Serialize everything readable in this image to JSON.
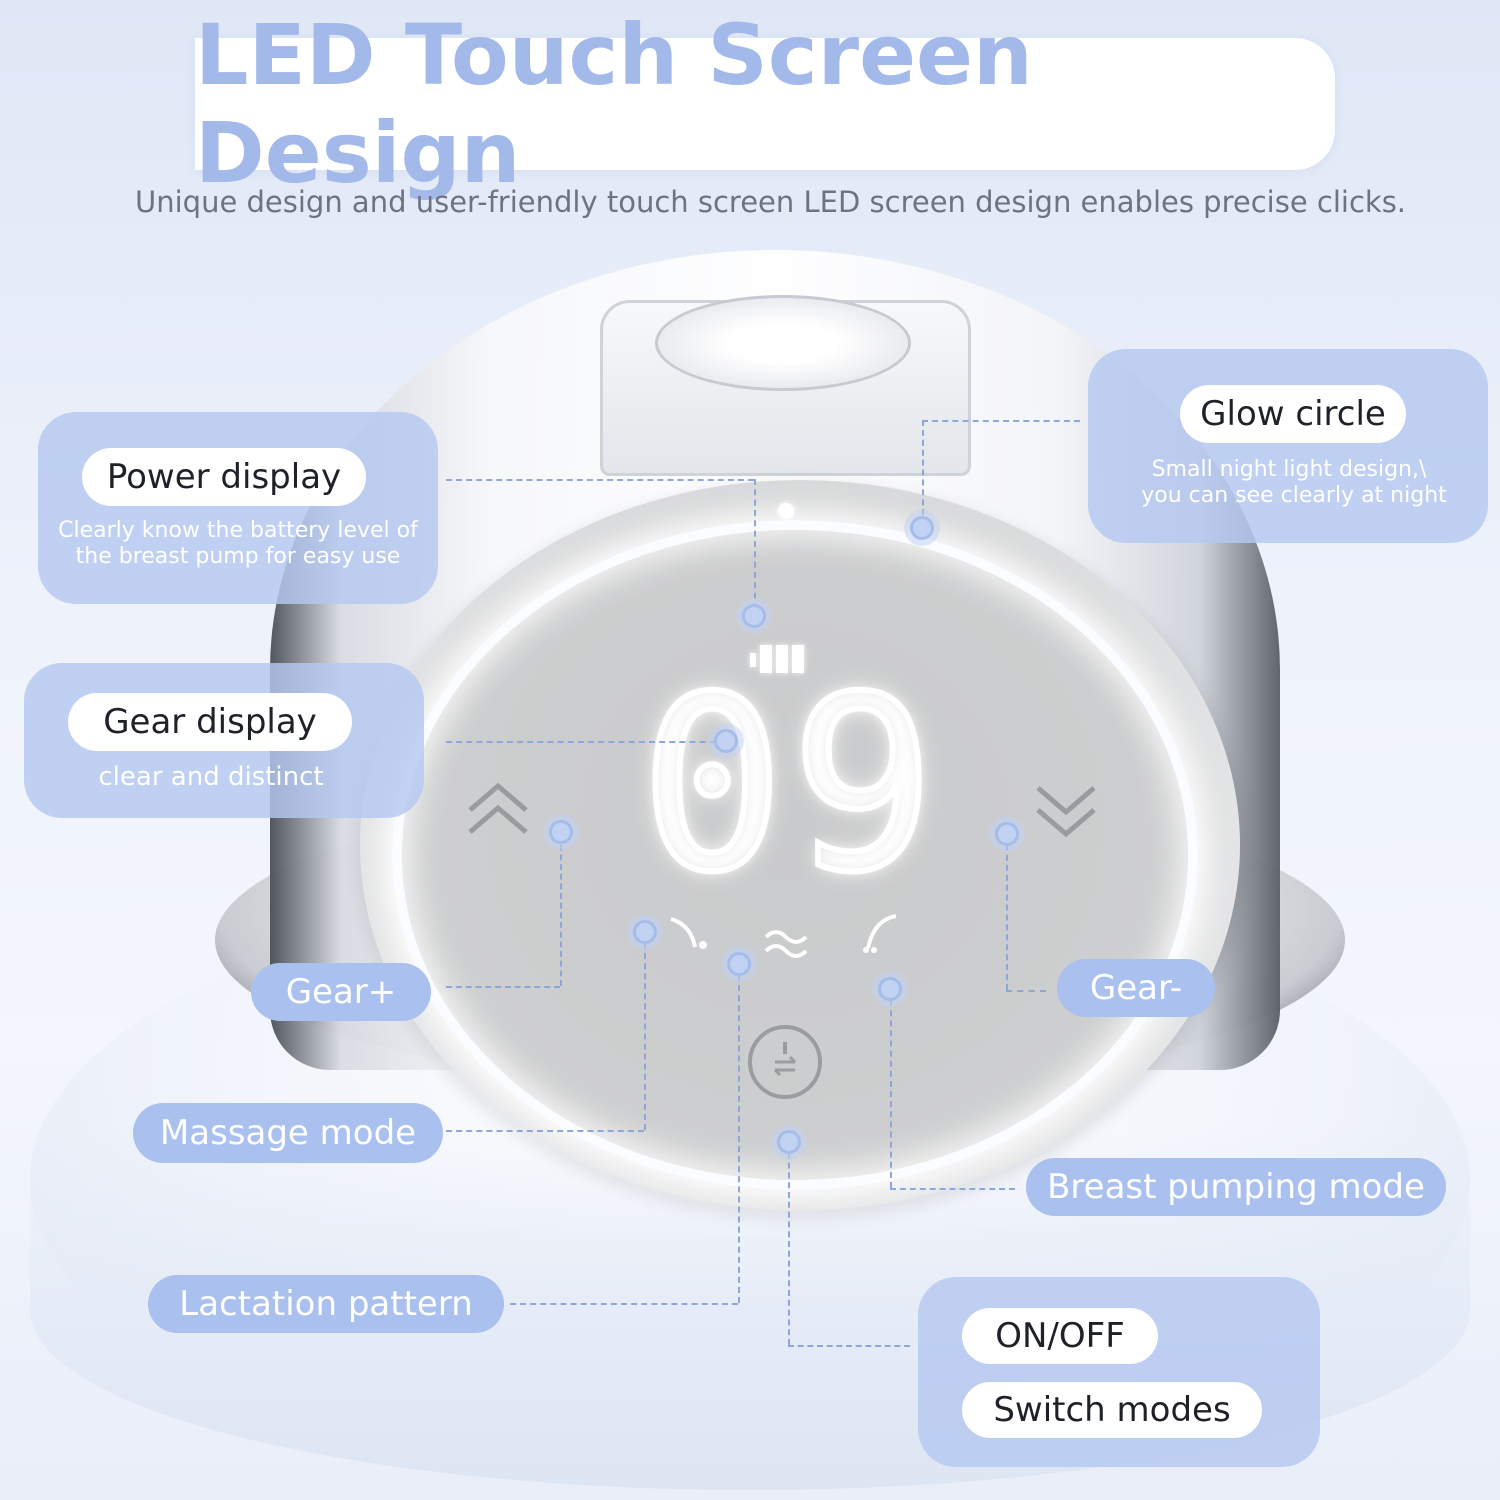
{
  "title": "LED Touch Screen Design",
  "subtitle": "Unique design and user-friendly touch screen LED screen design enables precise clicks.",
  "display": {
    "digits": "09",
    "battery_level_bars": 4
  },
  "callouts": {
    "power_display": {
      "label": "Power display",
      "desc_line1": "Clearly know the battery level of",
      "desc_line2": "the breast pump for easy use"
    },
    "gear_display": {
      "label": "Gear display",
      "desc": "clear and distinct"
    },
    "glow_circle": {
      "label": "Glow circle",
      "desc_line1": "Small night light design,\\",
      "desc_line2": "you can see clearly at night"
    },
    "gear_plus": {
      "label": "Gear+"
    },
    "gear_minus": {
      "label": "Gear-"
    },
    "massage_mode": {
      "label": "Massage mode"
    },
    "breast_pumping_mode": {
      "label": "Breast pumping mode"
    },
    "lactation_pattern": {
      "label": "Lactation pattern"
    },
    "on_off": {
      "label": "ON/OFF"
    },
    "switch_modes": {
      "label": "Switch modes"
    }
  },
  "colors": {
    "accent": "#a3b9ea",
    "panel": "#b5c8f0",
    "background": "#e6ecf8"
  },
  "icons": [
    "chevron-up-icon",
    "chevron-down-icon",
    "massage-mode-icon",
    "lactation-wave-icon",
    "pumping-mode-icon",
    "power-switch-icon",
    "battery-icon"
  ]
}
